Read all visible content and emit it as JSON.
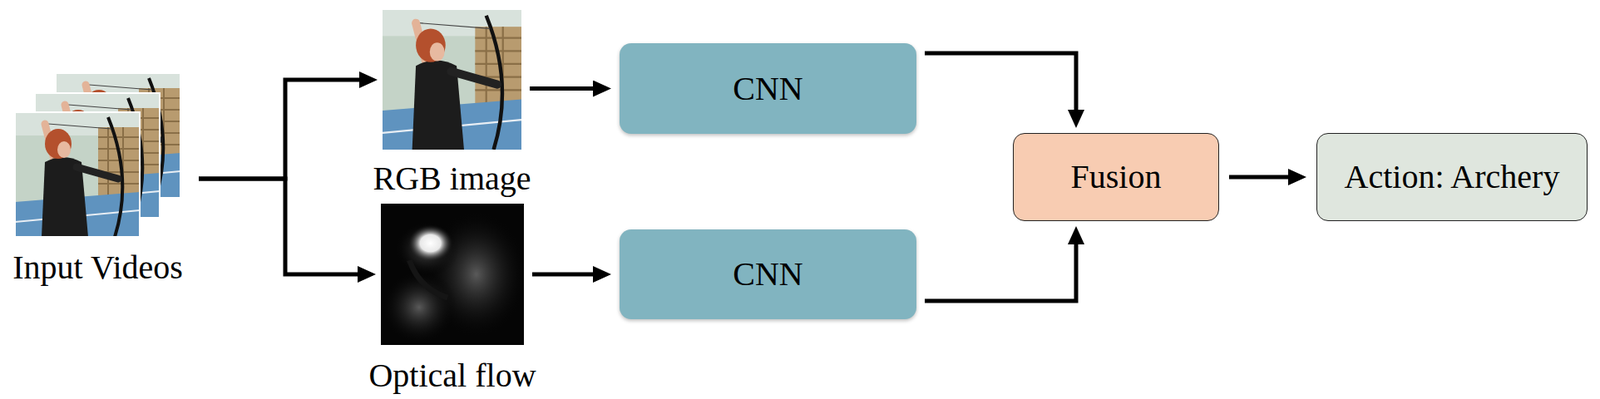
{
  "diagram": {
    "nodes": [
      {
        "text": [
          "Input Videos"
        ]
      },
      {
        "text": [
          "RGB image"
        ]
      },
      {
        "text": [
          "Optical flow"
        ]
      },
      {
        "text": [
          "CNN"
        ]
      },
      {
        "text": [
          "CNN"
        ]
      },
      {
        "text": [
          "Fusion"
        ]
      },
      {
        "text": [
          "Action: Archery"
        ]
      }
    ],
    "edges": [
      {
        "from": 0,
        "to": 1,
        "arrow": "to"
      },
      {
        "from": 0,
        "to": 2,
        "arrow": "to"
      },
      {
        "from": 1,
        "to": 3,
        "arrow": "to"
      },
      {
        "from": 2,
        "to": 4,
        "arrow": "to"
      },
      {
        "from": 3,
        "to": 5,
        "arrow": "to"
      },
      {
        "from": 4,
        "to": 5,
        "arrow": "to"
      },
      {
        "from": 5,
        "to": 6,
        "arrow": "to"
      }
    ]
  }
}
